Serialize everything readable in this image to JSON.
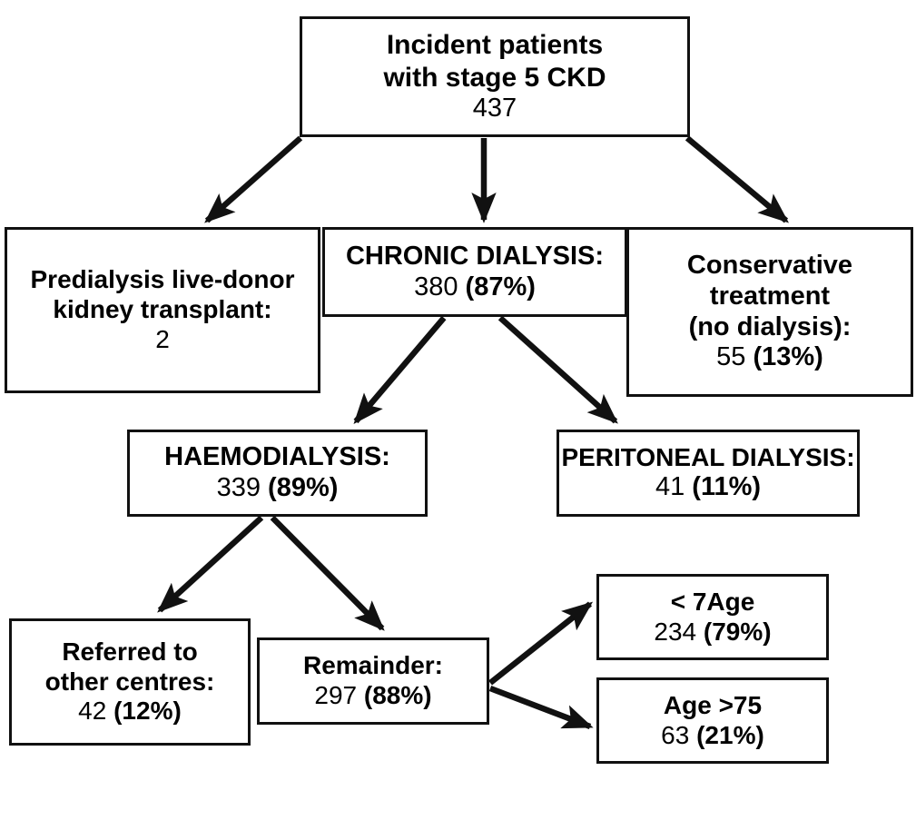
{
  "diagram": {
    "type": "flowchart",
    "title": "Incident patients with stage 5 CKD treatment pathway",
    "colors": {
      "box_border": "#111111",
      "box_fill": "#ffffff",
      "arrow": "#111111",
      "text": "#000000"
    },
    "nodes": {
      "root": {
        "label_lines": [
          "Incident patients",
          "with stage 5 CKD"
        ],
        "value": "437",
        "percent": ""
      },
      "transplant": {
        "label_lines": [
          "Predialysis live-donor",
          "kidney transplant:"
        ],
        "value": "2",
        "percent": ""
      },
      "chronic": {
        "label_lines": [
          "CHRONIC DIALYSIS:"
        ],
        "value": "380",
        "percent": "(87%)"
      },
      "conservative": {
        "label_lines": [
          "Conservative",
          "treatment",
          "(no dialysis):"
        ],
        "value": "55",
        "percent": "(13%)"
      },
      "haemo": {
        "label_lines": [
          "HAEMODIALYSIS:"
        ],
        "value": "339",
        "percent": "(89%)"
      },
      "peritoneal": {
        "label_lines": [
          "PERITONEAL DIALYSIS:"
        ],
        "value": "41",
        "percent": "(11%)"
      },
      "referred": {
        "label_lines": [
          "Referred to",
          "other centres:"
        ],
        "value": "42",
        "percent": "(12%)"
      },
      "remainder": {
        "label_lines": [
          "Remainder:"
        ],
        "value": "297",
        "percent": "(88%)"
      },
      "age_young": {
        "label_lines": [
          "< 7Age"
        ],
        "value": "234",
        "percent": "(79%)"
      },
      "age_old": {
        "label_lines": [
          "Age >75"
        ],
        "value": "63",
        "percent": "(21%)"
      }
    },
    "edges": [
      {
        "name": "root-to-transplant",
        "from": "root",
        "to": "transplant"
      },
      {
        "name": "root-to-chronic",
        "from": "root",
        "to": "chronic"
      },
      {
        "name": "root-to-conservative",
        "from": "root",
        "to": "conservative"
      },
      {
        "name": "chronic-to-haemo",
        "from": "chronic",
        "to": "haemo"
      },
      {
        "name": "chronic-to-peritoneal",
        "from": "chronic",
        "to": "peritoneal"
      },
      {
        "name": "haemo-to-referred",
        "from": "haemo",
        "to": "referred"
      },
      {
        "name": "haemo-to-remainder",
        "from": "haemo",
        "to": "remainder"
      },
      {
        "name": "remainder-to-age-young",
        "from": "remainder",
        "to": "age_young"
      },
      {
        "name": "remainder-to-age-old",
        "from": "remainder",
        "to": "age_old"
      }
    ]
  }
}
